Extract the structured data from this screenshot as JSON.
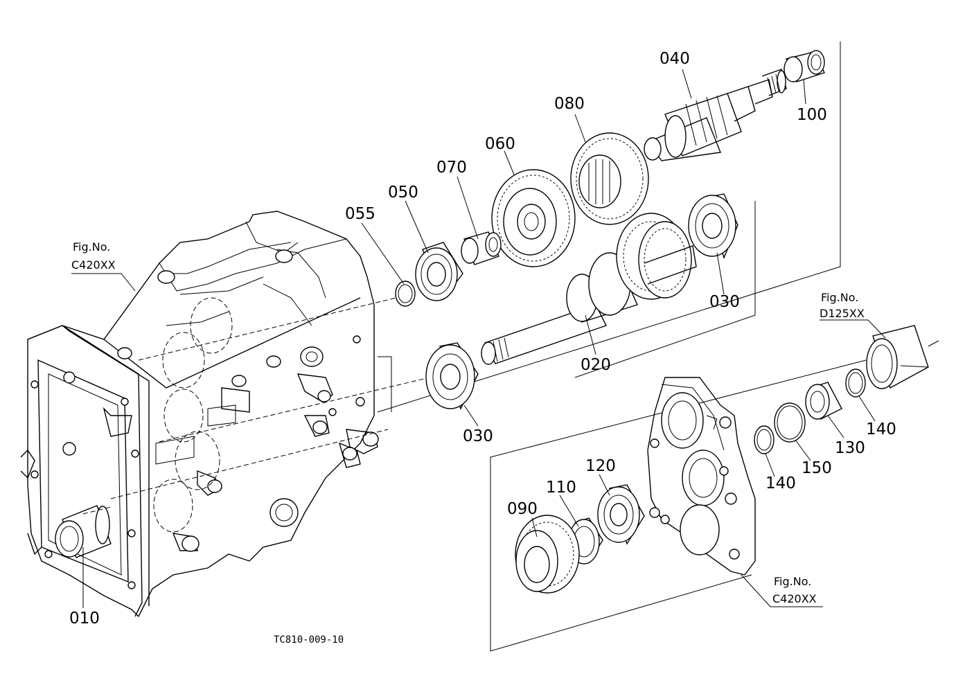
{
  "diagram": {
    "drawing_code": "TC810-009-10",
    "part_labels": [
      {
        "id": "010",
        "text": "010"
      },
      {
        "id": "020",
        "text": "020"
      },
      {
        "id": "030a",
        "text": "030"
      },
      {
        "id": "030b",
        "text": "030"
      },
      {
        "id": "040",
        "text": "040"
      },
      {
        "id": "050",
        "text": "050"
      },
      {
        "id": "055",
        "text": "055"
      },
      {
        "id": "060",
        "text": "060"
      },
      {
        "id": "070",
        "text": "070"
      },
      {
        "id": "080",
        "text": "080"
      },
      {
        "id": "090",
        "text": "090"
      },
      {
        "id": "100",
        "text": "100"
      },
      {
        "id": "110",
        "text": "110"
      },
      {
        "id": "120",
        "text": "120"
      },
      {
        "id": "130",
        "text": "130"
      },
      {
        "id": "140a",
        "text": "140"
      },
      {
        "id": "140b",
        "text": "140"
      },
      {
        "id": "150",
        "text": "150"
      }
    ],
    "figure_refs": [
      {
        "prefix": "Fig.No.",
        "code": "C420XX"
      },
      {
        "prefix": "Fig.No.",
        "code": "D125XX"
      },
      {
        "prefix": "Fig.No.",
        "code": "C420XX"
      }
    ]
  }
}
